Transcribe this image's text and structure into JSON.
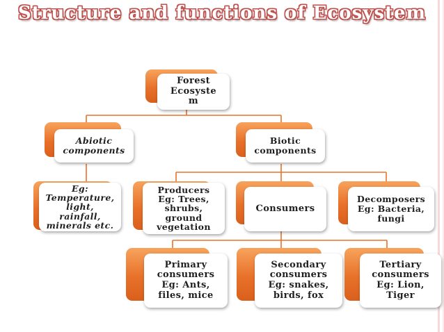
{
  "title": "Structure and functions of Ecosystem",
  "colors": {
    "accent": "#e8712a",
    "line": "#e8712a",
    "title_outline": "#c0504d"
  },
  "nodes": {
    "forest": "Forest\nEcosyste\nm",
    "abiotic": "Abiotic\ncomponents",
    "biotic": "Biotic\ncomponents",
    "abiotic_eg": "Eg:\nTemperature,\nlight,\nrainfall,\nminerals etc.",
    "producers": "Producers\nEg: Trees,\nshrubs,\nground\nvegetation",
    "consumers": "Consumers",
    "decomposers": "Decomposers\nEg: Bacteria,\nfungi",
    "primary": "Primary\nconsumers\nEg:  Ants,\nfiles, mice",
    "secondary": "Secondary\nconsumers\nEg: snakes,\nbirds, fox",
    "tertiary": "Tertiary\nconsumers\nEg: Lion,\nTiger"
  }
}
